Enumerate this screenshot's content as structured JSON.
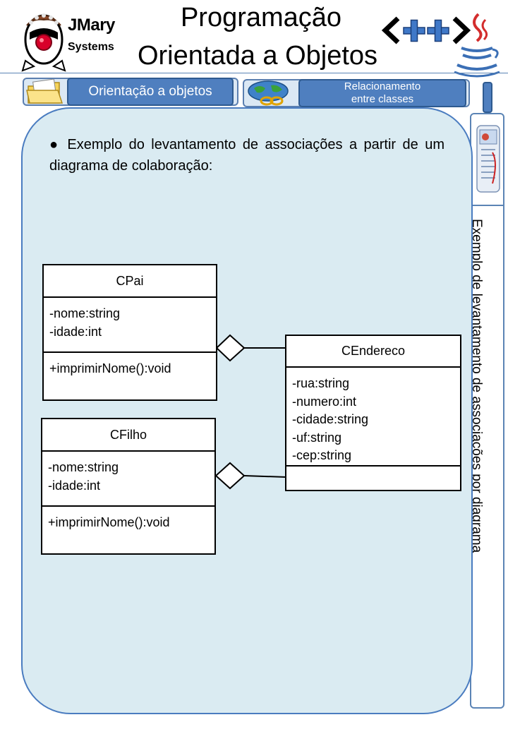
{
  "header": {
    "brand_name": "JMary",
    "brand_sub": "Systems",
    "title_line1": "Programação",
    "title_line2": "Orientada a Objetos",
    "logos": [
      "jmary-mascot-icon",
      "cpp-logo-icon",
      "java-cup-icon"
    ]
  },
  "nav": {
    "tab1_label": "Orientação a objetos",
    "tab1_icon": "folder-icon",
    "tab2_label_line1": "Relacionamento",
    "tab2_label_line2": "entre classes",
    "tab2_icon": "globe-link-icon"
  },
  "side": {
    "icon": "newspaper-icon",
    "label": "Exemplo de levantamento de associações por diagrama"
  },
  "content": {
    "bullet": "●",
    "intro": "Exemplo do levantamento de associações a partir de um diagrama de colaboração:"
  },
  "diagram": {
    "cpai": {
      "name": "CPai",
      "attributes": [
        "-nome:string",
        "-idade:int"
      ],
      "operations": [
        "+imprimirNome():void"
      ]
    },
    "cfilho": {
      "name": "CFilho",
      "attributes": [
        "-nome:string",
        "-idade:int"
      ],
      "operations": [
        "+imprimirNome():void"
      ]
    },
    "cendereco": {
      "name": "CEndereco",
      "attributes": [
        "-rua:string",
        "-numero:int",
        "-cidade:string",
        "-uf:string",
        "-cep:string"
      ],
      "operations": []
    },
    "associations": [
      {
        "from": "CPai",
        "to": "CEndereco",
        "type": "aggregation"
      },
      {
        "from": "CFilho",
        "to": "CEndereco",
        "type": "aggregation"
      }
    ]
  },
  "colors": {
    "panel_fill": "#daebf2",
    "panel_border": "#4a7cc0",
    "tab_fill": "#4f7fbf",
    "accent_rule": "#5b84b5"
  }
}
